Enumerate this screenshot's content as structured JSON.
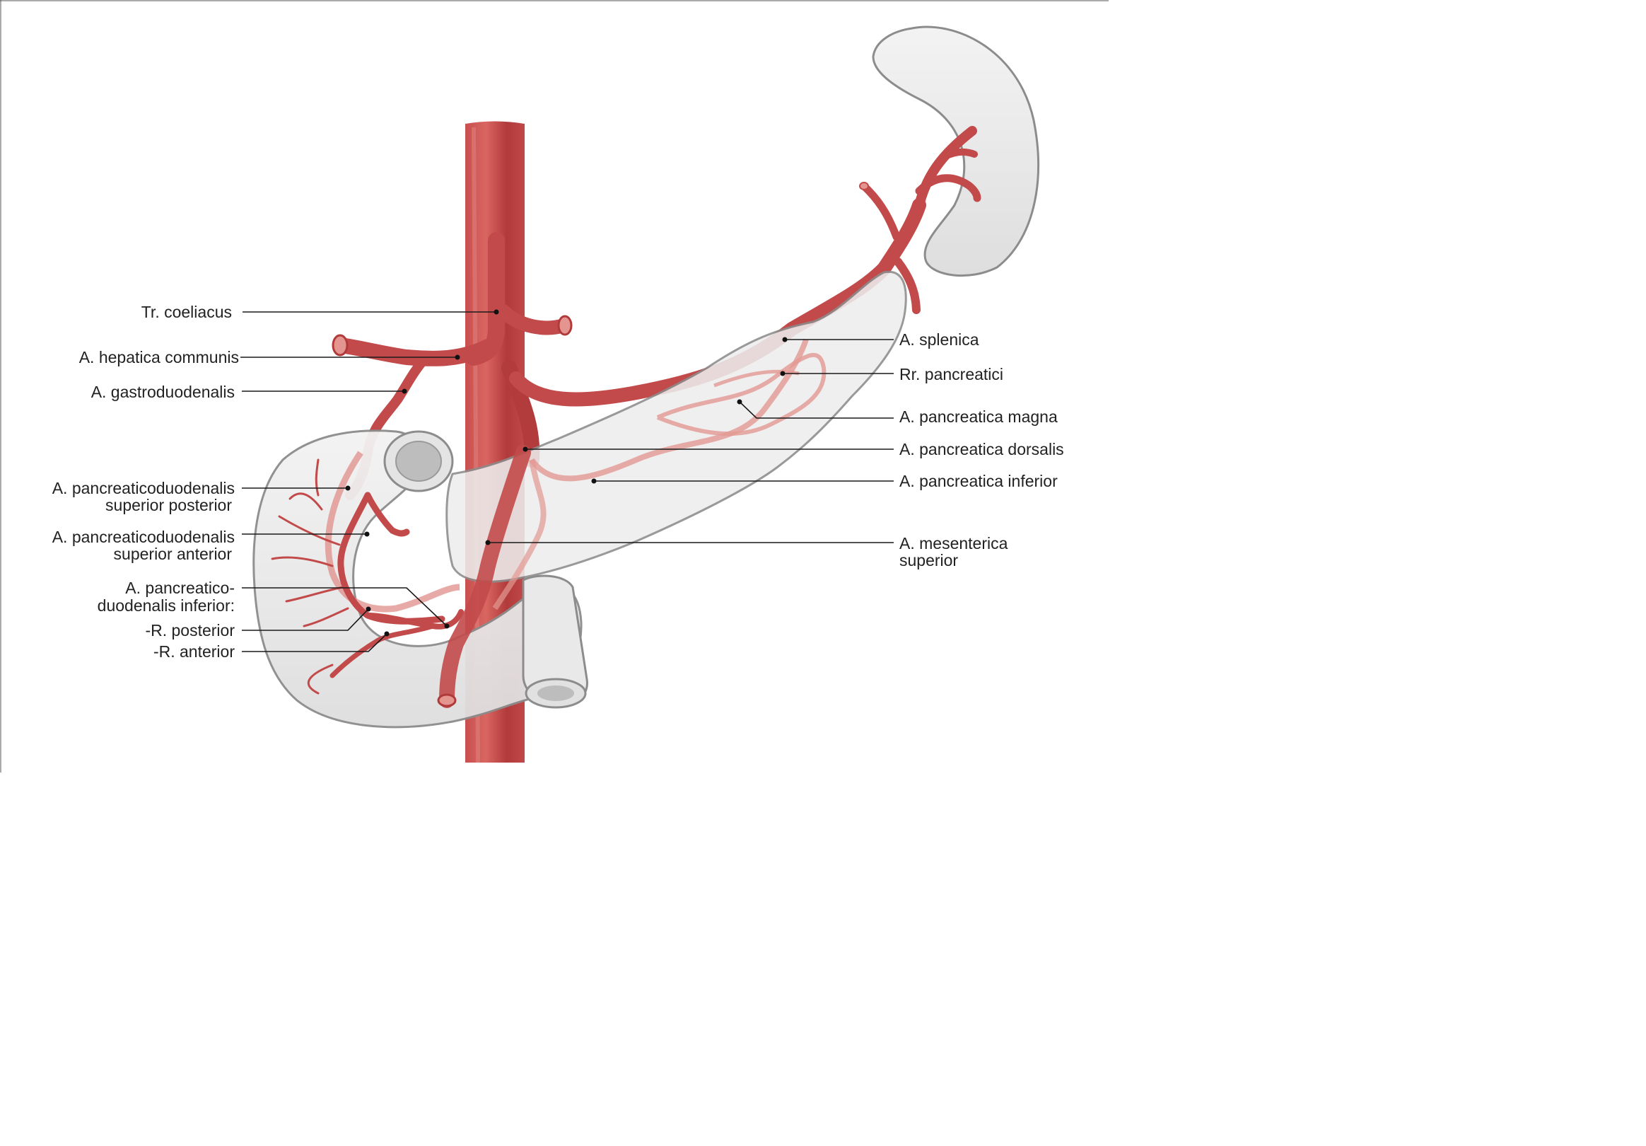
{
  "colors": {
    "artery": "#c24a4a",
    "artery_dark": "#a83535",
    "artery_light": "#dd7b76",
    "organ_fill": "#e9e9e9",
    "organ_stroke": "#8c8c8c",
    "label_text": "#222222",
    "leader_line": "#1a1a1a"
  },
  "labels_left": {
    "tr_coeliacus": "Tr. coeliacus",
    "a_hepatica_communis": "A. hepatica communis",
    "a_gastroduodenalis": "A. gastroduodenalis",
    "a_pd_sup_post_1": "A. pancreaticoduodenalis",
    "a_pd_sup_post_2": "superior posterior",
    "a_pd_sup_ant_1": "A. pancreaticoduodenalis",
    "a_pd_sup_ant_2": "superior anterior",
    "a_pd_inf_1": "A. pancreatico-",
    "a_pd_inf_2": "duodenalis inferior:",
    "r_posterior": "-R. posterior",
    "r_anterior": "-R. anterior"
  },
  "labels_right": {
    "a_splenica": "A. splenica",
    "rr_pancreatici": "Rr. pancreatici",
    "a_pancreatica_magna": "A. pancreatica magna",
    "a_pancreatica_dorsalis": "A. pancreatica dorsalis",
    "a_pancreatica_inferior": "A. pancreatica inferior",
    "a_mesenterica_sup_1": "A. mesenterica",
    "a_mesenterica_sup_2": "superior"
  }
}
